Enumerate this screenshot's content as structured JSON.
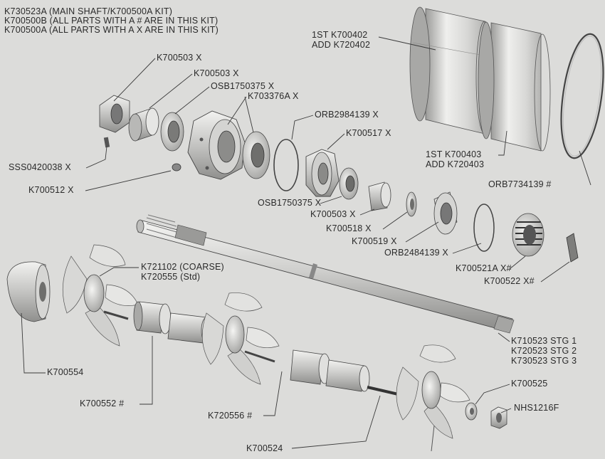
{
  "header": {
    "line1": "K730523A (MAIN SHAFT/K700500A KIT)",
    "line2": "K700500B (ALL PARTS WITH A # ARE IN THIS KIT)",
    "line3": "K700500A (ALL PARTS WITH A X ARE IN THIS KIT)"
  },
  "labels": {
    "k700503_a": "K700503 X",
    "k700503_b": "K700503 X",
    "osb1750375_a": "OSB1750375 X",
    "k703376a": "K703376A X",
    "orb2984139": "ORB2984139 X",
    "k700517": "K700517 X",
    "sss0420038": "SSS0420038 X",
    "k700512": "K700512 X",
    "osb1750375_b": "OSB1750375 X",
    "k700503_c": "K700503 X",
    "k700518": "K700518 X",
    "k700519": "K700519 X",
    "orb2484139": "ORB2484139 X",
    "k700521a": "K700521A X#",
    "k700522": "K700522 X#",
    "k700402_1": "1ST K700402",
    "k700402_2": "ADD K720402",
    "k700403_1": "1ST K700403",
    "k700403_2": "ADD K720403",
    "orb7734139": "ORB7734139 #",
    "k721102": "K721102 (COARSE)",
    "k720555": "K720555 (Std)",
    "k710523": "K710523 STG 1",
    "k720523": "K720523 STG 2",
    "k730523": "K730523 STG 3",
    "k700525": "K700525",
    "nhs1216f": "NHS1216F",
    "k700554": "K700554",
    "k700552": "K700552 #",
    "k720556": "K720556 #",
    "k700524": "K700524"
  }
}
